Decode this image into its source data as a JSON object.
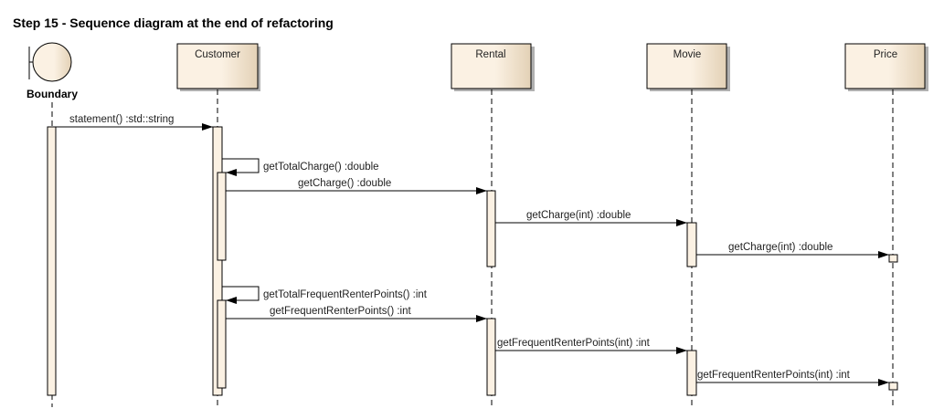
{
  "title": "Step 15 - Sequence diagram at the end of refactoring",
  "participants": {
    "boundary": "Boundary",
    "customer": "Customer",
    "rental": "Rental",
    "movie": "Movie",
    "price": "Price"
  },
  "messages": [
    "statement() :std::string",
    "getTotalCharge() :double",
    "getCharge() :double",
    "getCharge(int) :double",
    "getCharge(int) :double",
    "getTotalFrequentRenterPoints() :int",
    "getFrequentRenterPoints() :int",
    "getFrequentRenterPoints(int) :int",
    "getFrequentRenterPoints(int) :int"
  ],
  "colors": {
    "box_light": "#fbf1e3",
    "box_dark": "#e6d5bc",
    "shadow": "#b0b0b0"
  }
}
